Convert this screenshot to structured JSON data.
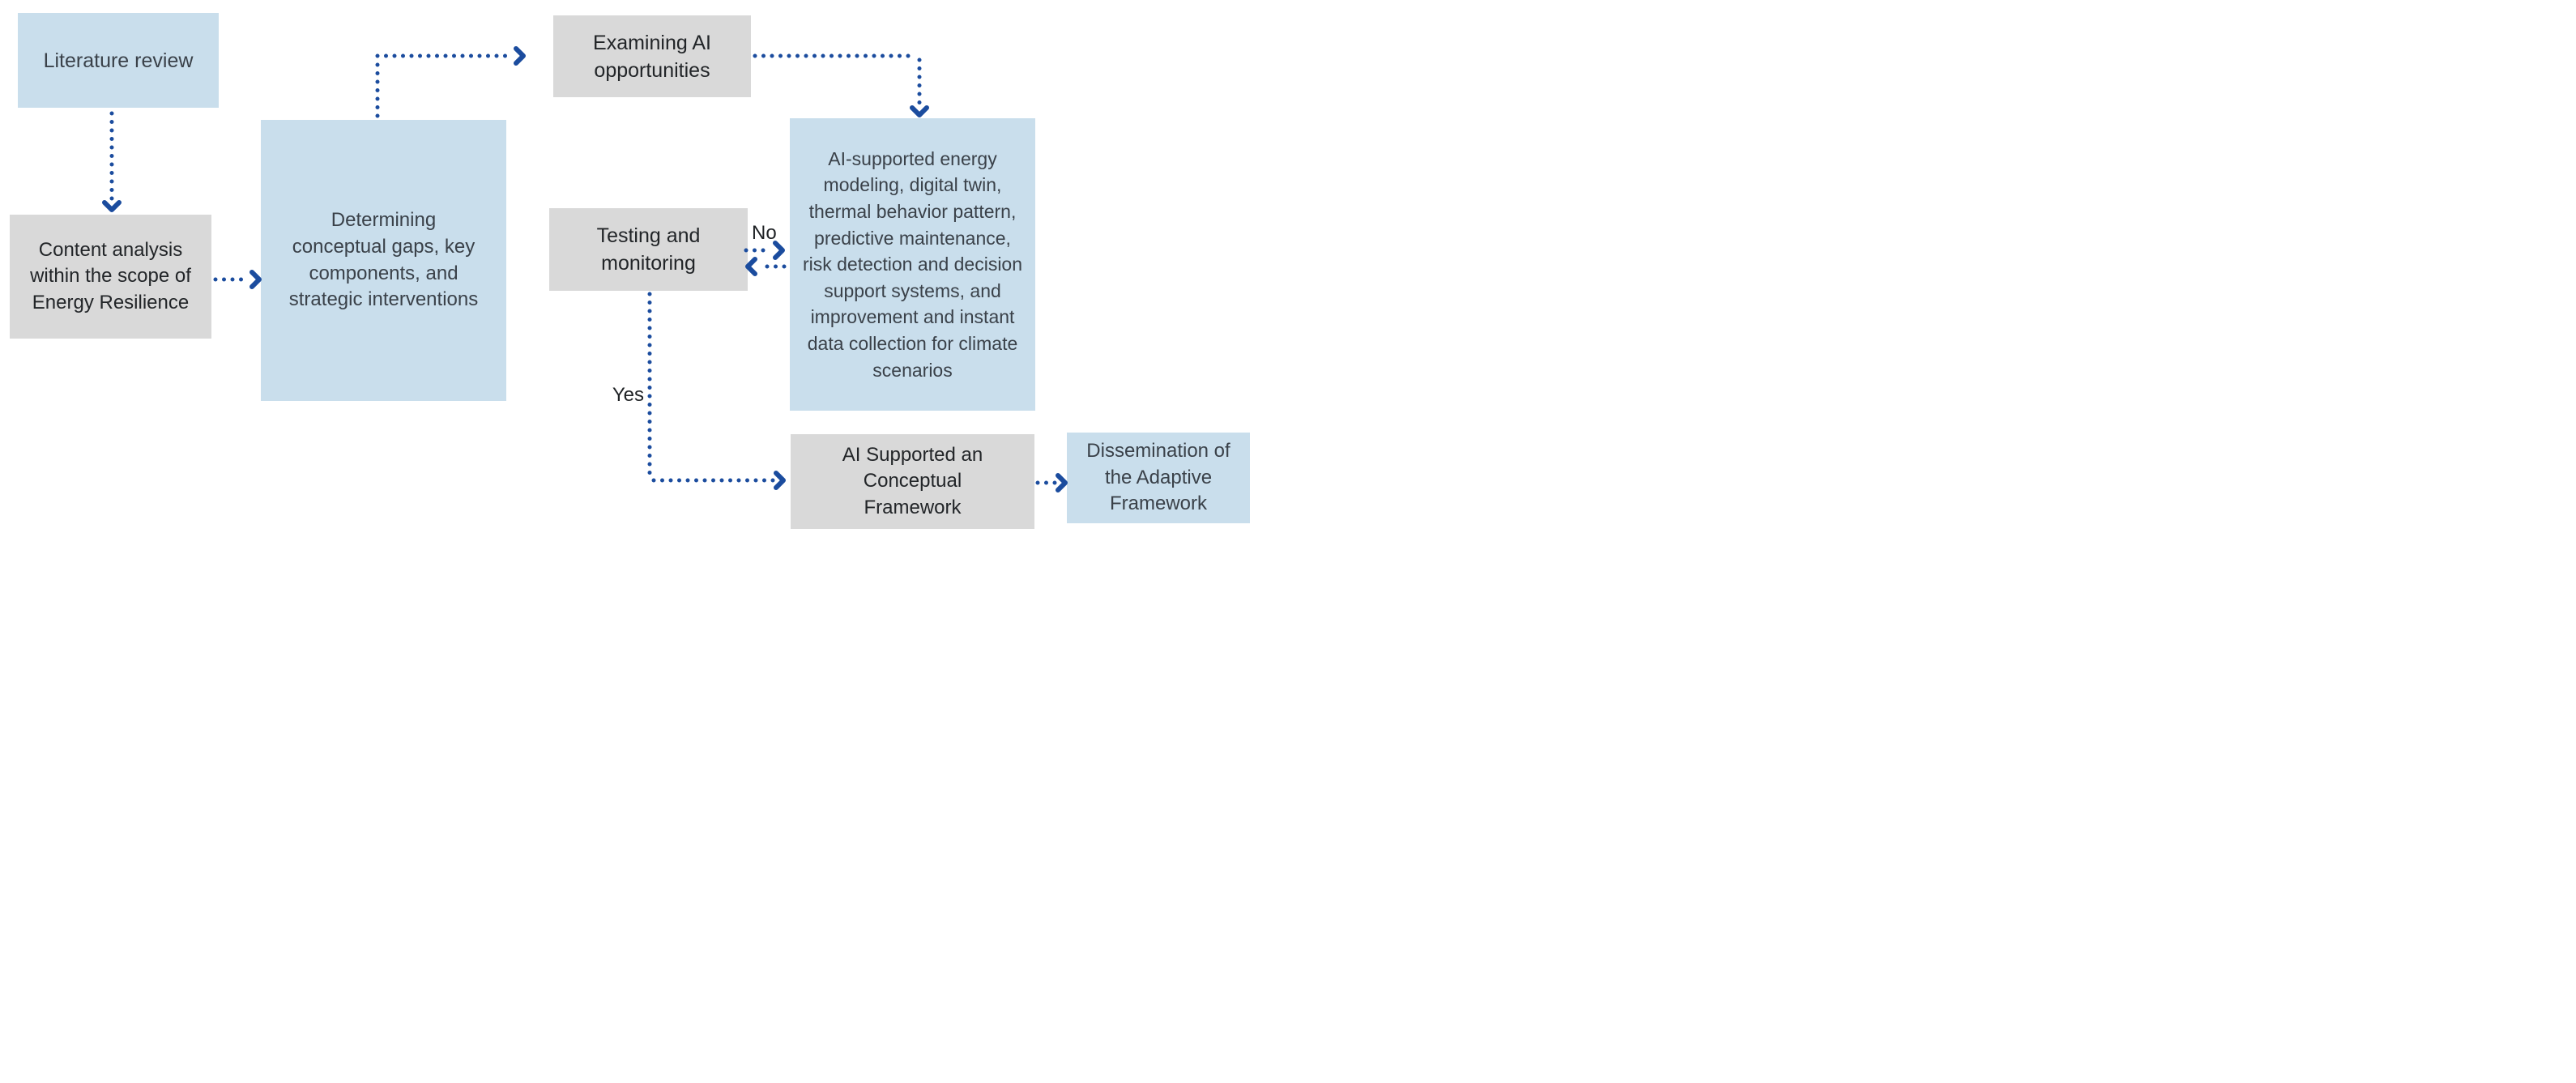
{
  "diagram": {
    "type": "flowchart",
    "nodes": {
      "literature_review": {
        "label": "Literature review",
        "style": "blue"
      },
      "content_analysis": {
        "label": "Content analysis within the scope of Energy Resilience",
        "style": "gray"
      },
      "determining_gaps": {
        "label": "Determining conceptual gaps, key components, and strategic interventions",
        "style": "blue"
      },
      "examining_ai": {
        "label": "Examining AI opportunities",
        "style": "gray"
      },
      "testing_monitoring": {
        "label": "Testing and monitoring",
        "style": "gray"
      },
      "ai_capabilities": {
        "label": "AI-supported energy modeling, digital twin, thermal behavior pattern, predictive maintenance, risk detection and decision support systems, and improvement and instant data collection for climate scenarios",
        "style": "blue"
      },
      "conceptual_framework": {
        "label": "AI Supported an Conceptual Framework",
        "style": "gray"
      },
      "dissemination": {
        "label": "Dissemination of the Adaptive Framework",
        "style": "blue"
      }
    },
    "edge_labels": {
      "no": "No",
      "yes": "Yes"
    },
    "edges": [
      {
        "from": "literature_review",
        "to": "content_analysis",
        "label": ""
      },
      {
        "from": "content_analysis",
        "to": "determining_gaps",
        "label": ""
      },
      {
        "from": "determining_gaps",
        "to": "examining_ai",
        "label": ""
      },
      {
        "from": "examining_ai",
        "to": "ai_capabilities",
        "label": ""
      },
      {
        "from": "testing_monitoring",
        "to": "ai_capabilities",
        "label": "No"
      },
      {
        "from": "ai_capabilities",
        "to": "testing_monitoring",
        "label": ""
      },
      {
        "from": "testing_monitoring",
        "to": "conceptual_framework",
        "label": "Yes"
      },
      {
        "from": "conceptual_framework",
        "to": "dissemination",
        "label": ""
      }
    ],
    "colors": {
      "node_blue_fill": "#c9deec",
      "node_gray_fill": "#d9d9d9",
      "arrow_blue": "#1b4c9e",
      "node_blue_text": "#3a4149",
      "node_gray_text": "#222528"
    },
    "arrow_style": "dotted"
  }
}
